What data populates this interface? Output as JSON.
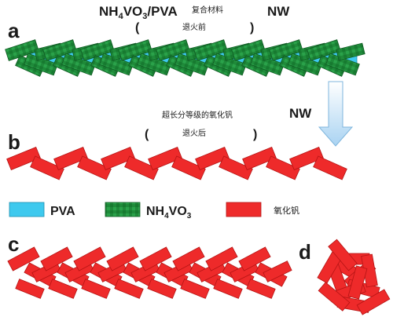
{
  "panel_a": {
    "label": "a",
    "title_main": "NH",
    "title_sub1": "4",
    "title_mid": "VO",
    "title_sub2": "3",
    "title_tail": "/PVA",
    "title_cn": "复合材料",
    "title_right": "NW",
    "paren_open": "(",
    "paren_close": ")",
    "caption_cn": "退火前"
  },
  "arrow": {
    "label": "NW"
  },
  "panel_b": {
    "label": "b",
    "title_cn": "超长分等级的氧化钒",
    "paren_open": "(",
    "paren_close": ")",
    "caption_cn": "退火后"
  },
  "legend": {
    "pva": "PVA",
    "nh4vo3_main": "NH",
    "nh4vo3_sub1": "4",
    "nh4vo3_mid": "VO",
    "nh4vo3_sub2": "3",
    "vanadium_oxide": "氧化钒"
  },
  "panel_c": {
    "label": "c"
  },
  "panel_d": {
    "label": "d"
  },
  "colors": {
    "pva": "#3ec9ee",
    "nh4vo3": "#1f8a3a",
    "nh4vo3_dark": "#0f5a22",
    "vanadium_oxide": "#ee2a2a",
    "vanadium_oxide_dark": "#b51414",
    "arrow_top": "#ffffff",
    "arrow_bottom": "#a9d3f2"
  }
}
